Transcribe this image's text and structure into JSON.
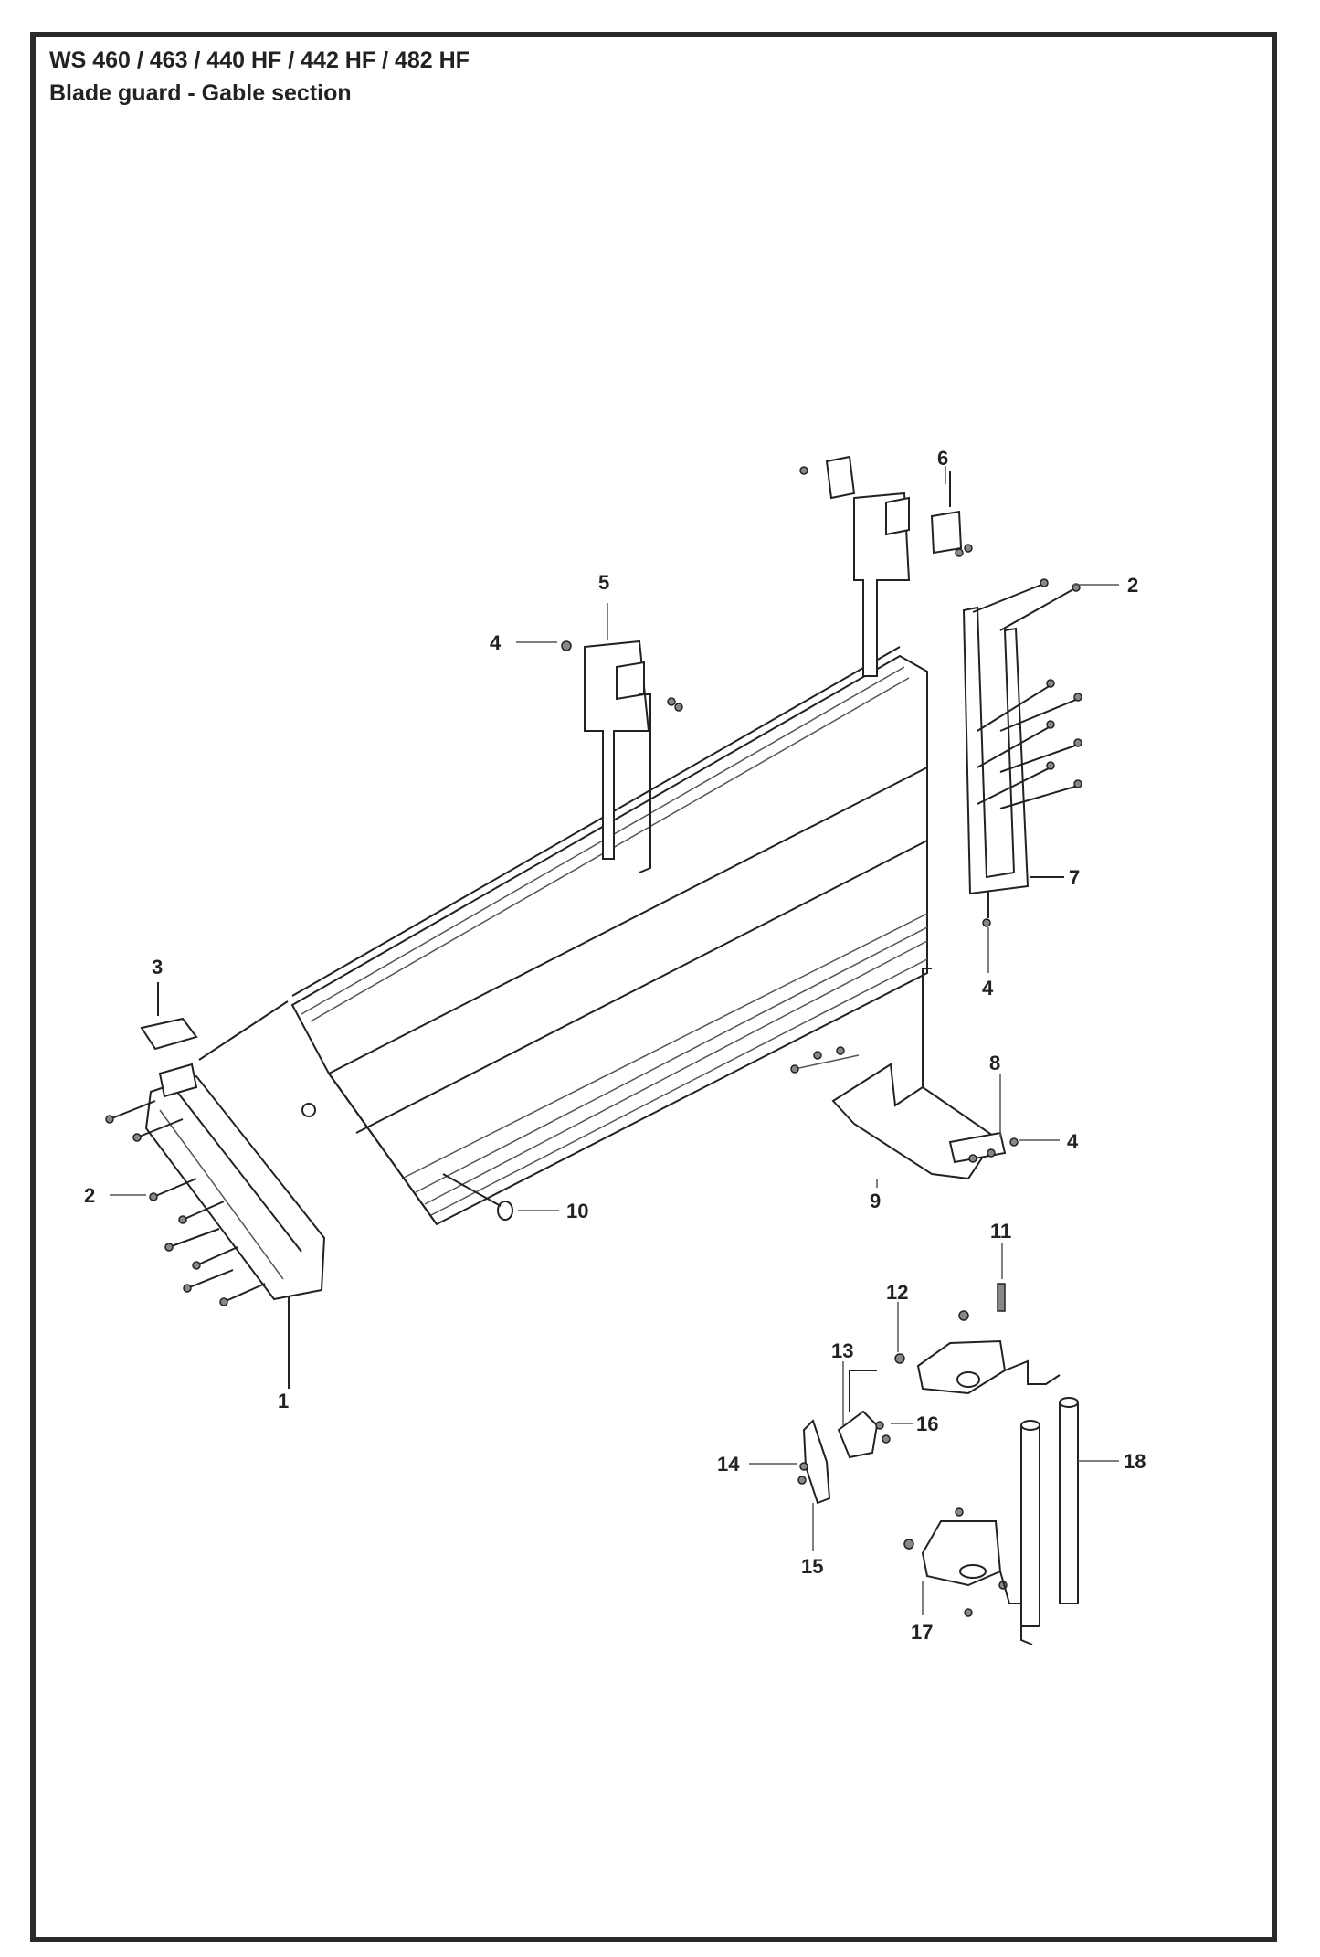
{
  "header": {
    "title": "WS 460 / 463 / 440 HF / 442 HF / 482 HF",
    "subtitle": "Blade guard - Gable section"
  },
  "callouts": {
    "c1": "1",
    "c2a": "2",
    "c2b": "2",
    "c3": "3",
    "c4a": "4",
    "c4b": "4",
    "c4c": "4",
    "c5": "5",
    "c6": "6",
    "c7": "7",
    "c8": "8",
    "c9": "9",
    "c10": "10",
    "c11": "11",
    "c12": "12",
    "c13": "13",
    "c14": "14",
    "c15": "15",
    "c16": "16",
    "c17": "17",
    "c18": "18"
  }
}
